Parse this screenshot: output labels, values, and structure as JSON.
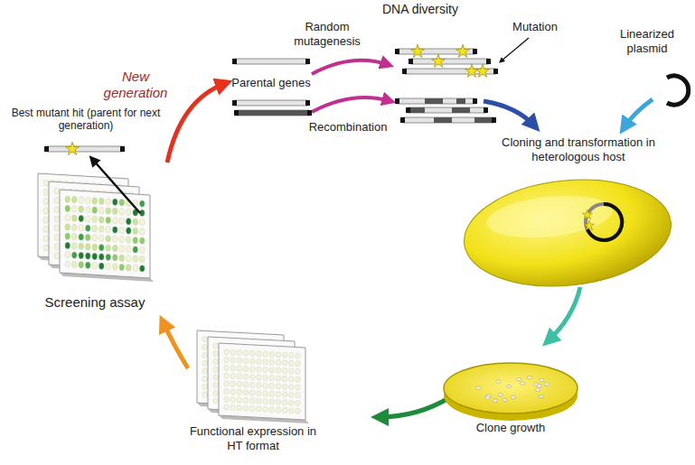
{
  "diagram": {
    "labels": [
      "DNA diversity",
      "Mutation",
      "Linearized plasmid",
      "New generation",
      "Parental genes",
      "Random mutagenesis",
      "Recombination",
      "Best mutant hit (parent for next generation)",
      "Cloning and transformation in heterologous host",
      "Screening assay",
      "Clone growth",
      "Functional expression in HT format"
    ]
  }
}
